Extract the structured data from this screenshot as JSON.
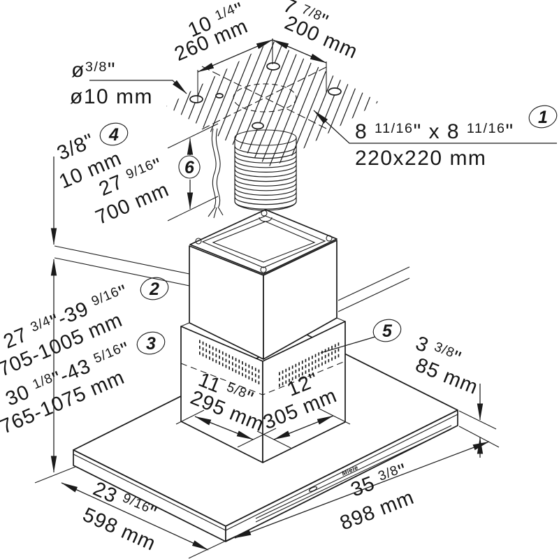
{
  "drawing": {
    "brand_label": "Miele",
    "callouts": [
      {
        "number": "1",
        "imperial": "8 11/16\" x 8 11/16\"",
        "metric": "220x220 mm"
      },
      {
        "number": "2",
        "imperial": "27 3/4\"-39 9/16\"",
        "metric": "705-1005 mm"
      },
      {
        "number": "3",
        "imperial": "30 1/8\"-43 5/16\"",
        "metric": "765-1075 mm"
      },
      {
        "number": "4",
        "imperial": "3/8\"",
        "metric": "10 mm"
      },
      {
        "number": "5"
      },
      {
        "number": "6",
        "imperial": "27 9/16\"",
        "metric": "700 mm"
      }
    ],
    "dimensions": {
      "ceiling_holes_depth": {
        "imperial": "10 1/4\"",
        "metric": "260 mm"
      },
      "ceiling_holes_width": {
        "imperial": "7 7/8\"",
        "metric": "200 mm"
      },
      "drill_hole": {
        "imperial": "ø3/8\"",
        "metric": "ø10 mm"
      },
      "duct_cover_depth": {
        "imperial": "11 5/8\"",
        "metric": "295 mm"
      },
      "duct_cover_width": {
        "imperial": "12\"",
        "metric": "305 mm"
      },
      "canopy_depth": {
        "imperial": "23 9/16\"",
        "metric": "598 mm"
      },
      "canopy_width": {
        "imperial": "35 3/8\"",
        "metric": "898 mm"
      },
      "canopy_height": {
        "imperial": "3 3/8\"",
        "metric": "85 mm"
      }
    }
  }
}
